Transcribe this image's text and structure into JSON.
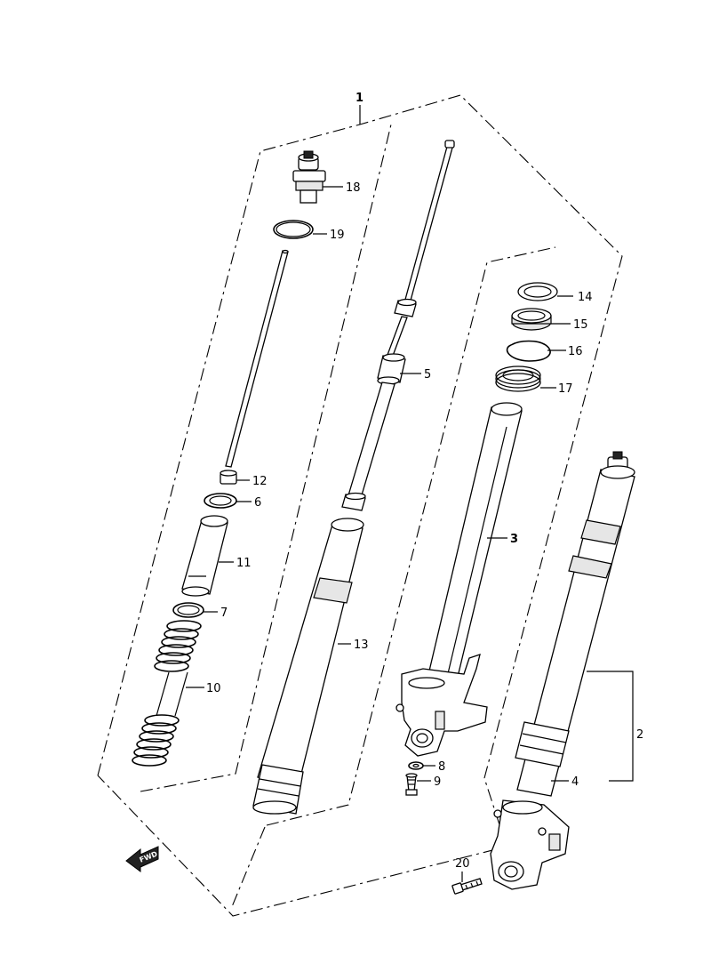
{
  "labels": {
    "p1": "1",
    "p2": "2",
    "p3": "3",
    "p4": "4",
    "p5": "5",
    "p6": "6",
    "p7": "7",
    "p8": "8",
    "p9": "9",
    "p10": "10",
    "p11": "11",
    "p12": "12",
    "p13": "13",
    "p14": "14",
    "p15": "15",
    "p16": "16",
    "p17": "17",
    "p18": "18",
    "p19": "19",
    "p20": "20"
  },
  "direction_arrow": {
    "text": "FWD",
    "icon": "forward-arrow-icon"
  },
  "colors": {
    "line": "#000000",
    "background": "#ffffff"
  }
}
